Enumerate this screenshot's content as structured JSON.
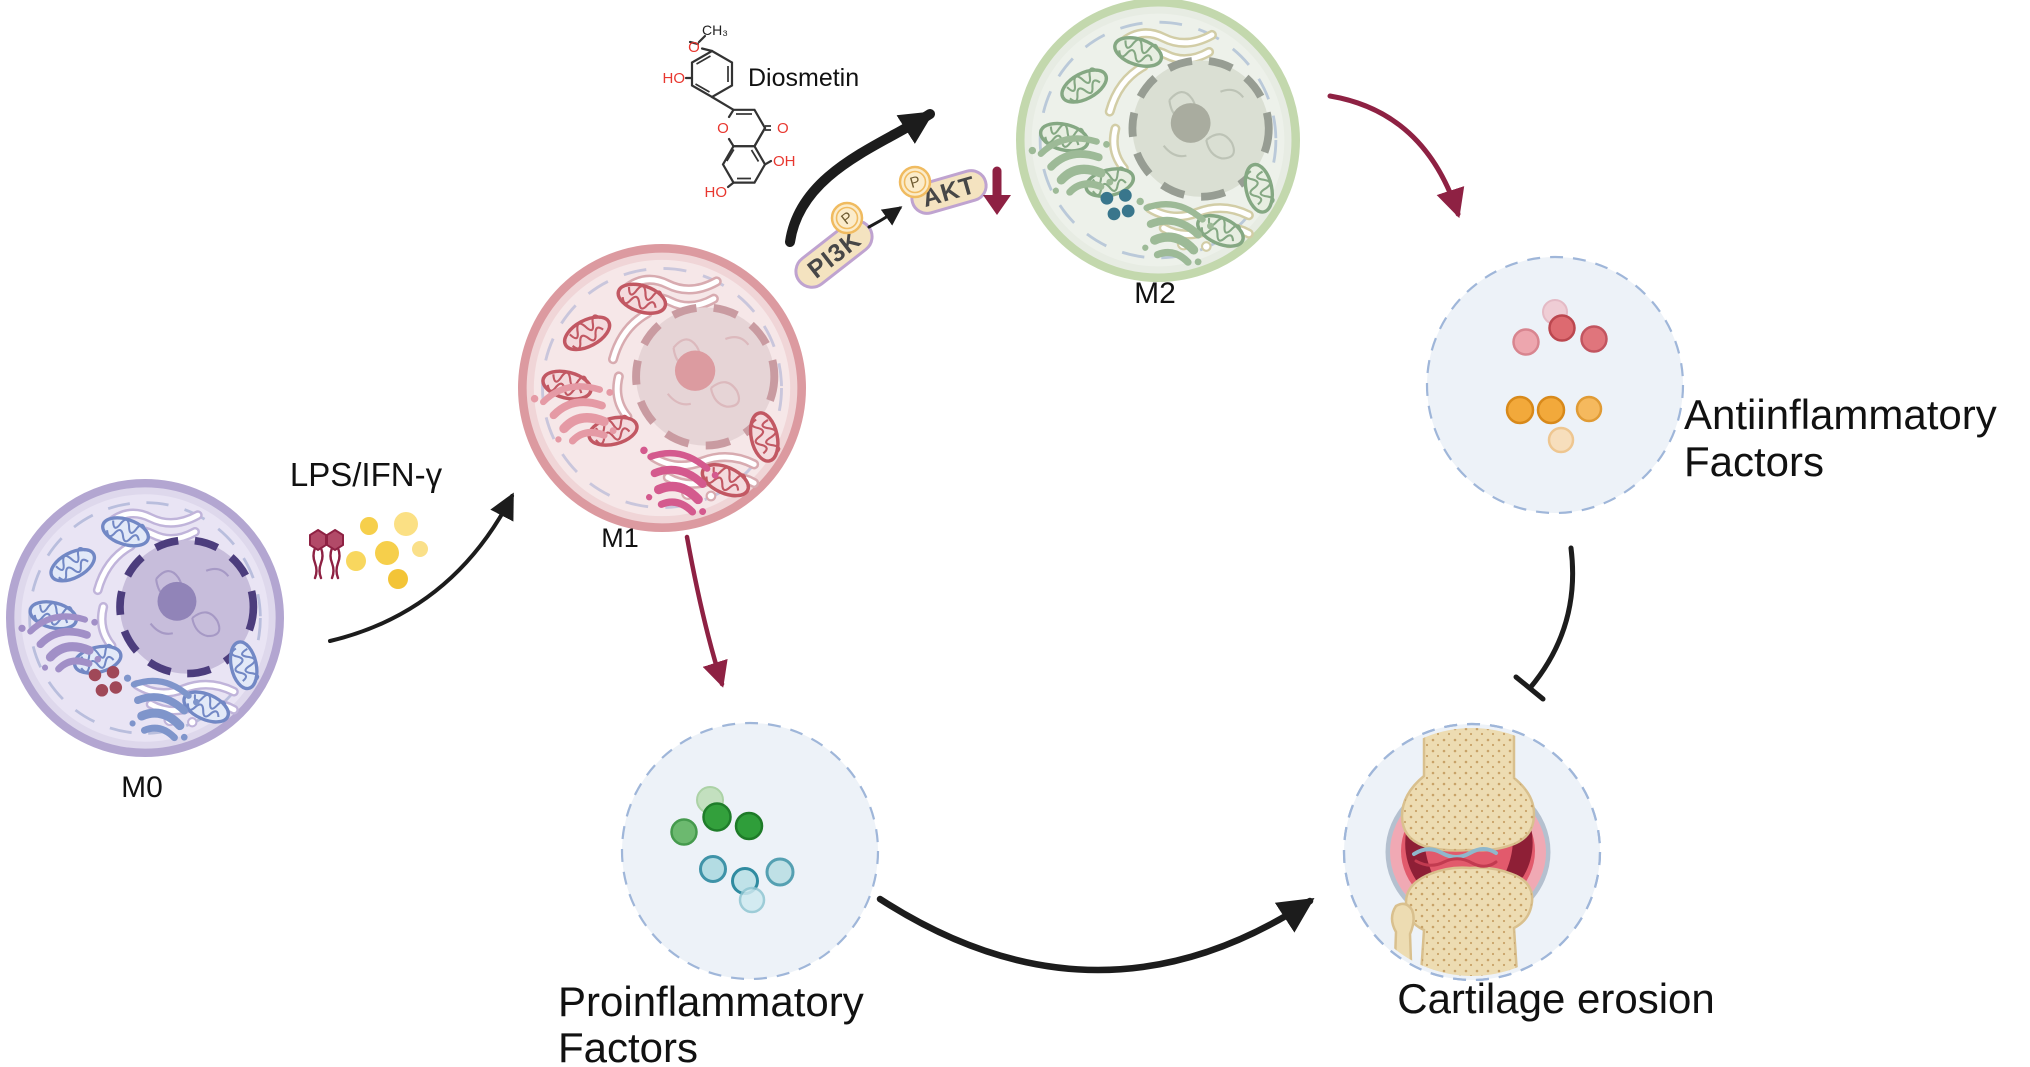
{
  "labels": {
    "m0": "M0",
    "m1": "M1",
    "m2": "M2",
    "stimulus": "LPS/IFN-γ",
    "compound": "Diosmetin",
    "pi3k": "PI3K",
    "akt": "AKT",
    "phospho": "P",
    "pro_line1": "Proinflammatory",
    "pro_line2": "Factors",
    "anti_line1": "Antiinflammatory",
    "anti_line2": "Factors",
    "cartilage": "Cartilage erosion"
  },
  "chem_groups": {
    "methyl": "CH₃",
    "methoxy_o": "O",
    "hydroxy_3p": "HO",
    "ring_o": "O",
    "carbonyl_o": "O",
    "hydroxy_5": "OH",
    "hydroxy_7": "HO"
  },
  "colors": {
    "label": "#111111",
    "arrow-black": "#1c1c1c",
    "arrow-maroon": "#8e2143",
    "chem-red": "#e8372f",
    "pill-fill": "#f4e3c0",
    "pill-stroke": "#bfa3d0",
    "phos-fill": "#fbeccb",
    "phos-stroke": "#f0bb60",
    "factor-fill": "#edf2f8",
    "factor-stroke": "#9fb6d9",
    "m0-membrane": "#b3a6d1",
    "m1-membrane": "#dc9aa0",
    "m2-membrane": "#c3d8ad",
    "pro-green": "#2f9e3a",
    "pro-teal": "#4596a8",
    "anti-red": "#dd6a70",
    "anti-orange": "#f2a93b"
  }
}
